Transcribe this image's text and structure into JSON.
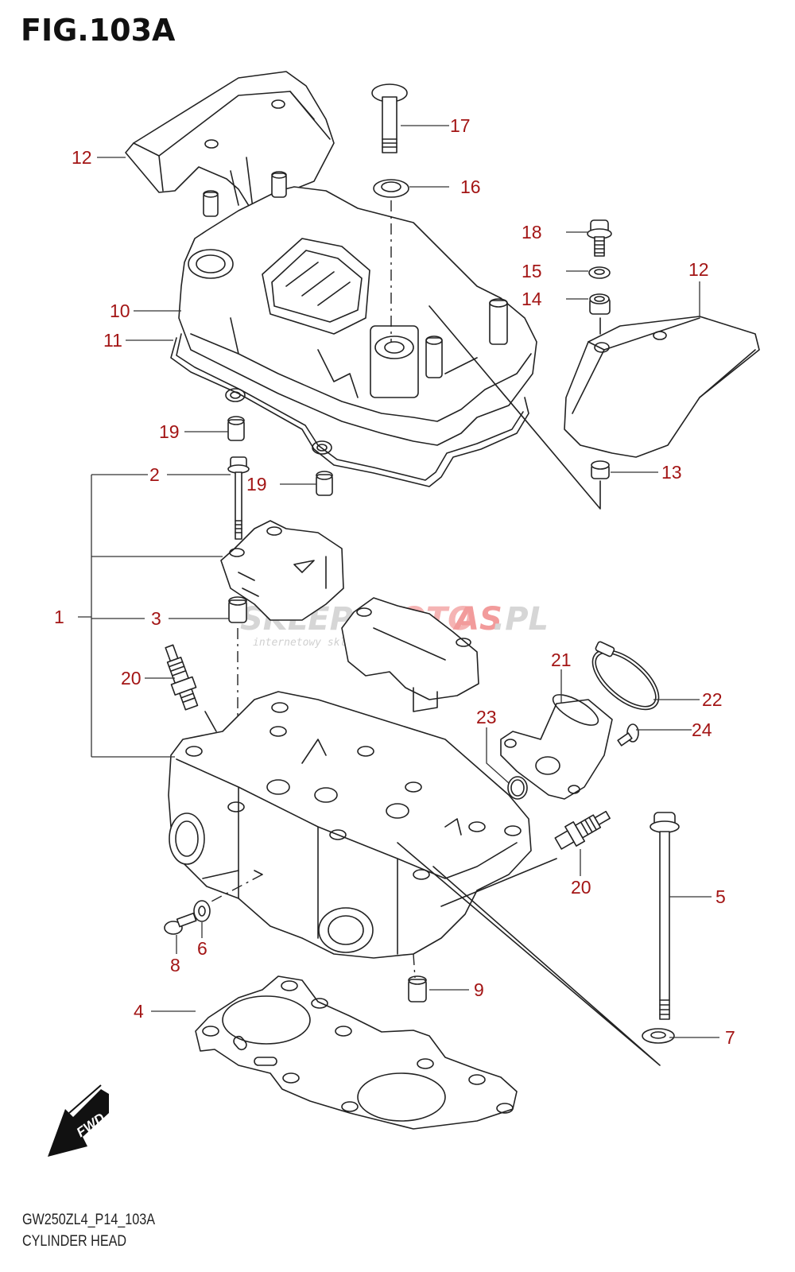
{
  "figure": {
    "title": "FIG.103A",
    "code": "GW250ZL4_P14_103A",
    "caption": "CYLINDER HEAD"
  },
  "watermark": {
    "part1": "SKLEP",
    "part2": "MOTO",
    "part3": "AS",
    "part4": ".PL",
    "tagline": "internetowy sklep motocyklowy",
    "colors": {
      "gray": "#c9c9c9",
      "red": "#f2a0a0"
    }
  },
  "direction_marker": {
    "icon": "fwd-arrow-icon",
    "label": "FWD"
  },
  "callout_color": "#a31515",
  "callouts": [
    {
      "id": "1",
      "label": "1",
      "part": "cylinder-head-assembly"
    },
    {
      "id": "2",
      "label": "2",
      "part": "bolt"
    },
    {
      "id": "3",
      "label": "3",
      "part": "dowel-pin"
    },
    {
      "id": "4",
      "label": "4",
      "part": "cylinder-head-gasket"
    },
    {
      "id": "5",
      "label": "5",
      "part": "long-bolt"
    },
    {
      "id": "6",
      "label": "6",
      "part": "washer"
    },
    {
      "id": "7",
      "label": "7",
      "part": "washer"
    },
    {
      "id": "8",
      "label": "8",
      "part": "bolt"
    },
    {
      "id": "9",
      "label": "9",
      "part": "dowel-pin"
    },
    {
      "id": "10",
      "label": "10",
      "part": "cylinder-head-cover"
    },
    {
      "id": "11",
      "label": "11",
      "part": "cover-gasket"
    },
    {
      "id": "12a",
      "label": "12",
      "part": "cover-trim-left"
    },
    {
      "id": "12b",
      "label": "12",
      "part": "cover-trim-right"
    },
    {
      "id": "13",
      "label": "13",
      "part": "grommet"
    },
    {
      "id": "14",
      "label": "14",
      "part": "cushion"
    },
    {
      "id": "15",
      "label": "15",
      "part": "washer"
    },
    {
      "id": "16",
      "label": "16",
      "part": "seal-washer"
    },
    {
      "id": "17",
      "label": "17",
      "part": "cover-bolt"
    },
    {
      "id": "18",
      "label": "18",
      "part": "bolt"
    },
    {
      "id": "19a",
      "label": "19",
      "part": "dowel-pin"
    },
    {
      "id": "19b",
      "label": "19",
      "part": "dowel-pin"
    },
    {
      "id": "20a",
      "label": "20",
      "part": "spark-plug"
    },
    {
      "id": "20b",
      "label": "20",
      "part": "spark-plug"
    },
    {
      "id": "21",
      "label": "21",
      "part": "intake-pipe"
    },
    {
      "id": "22",
      "label": "22",
      "part": "clamp"
    },
    {
      "id": "23",
      "label": "23",
      "part": "o-ring"
    },
    {
      "id": "24",
      "label": "24",
      "part": "screw"
    }
  ]
}
